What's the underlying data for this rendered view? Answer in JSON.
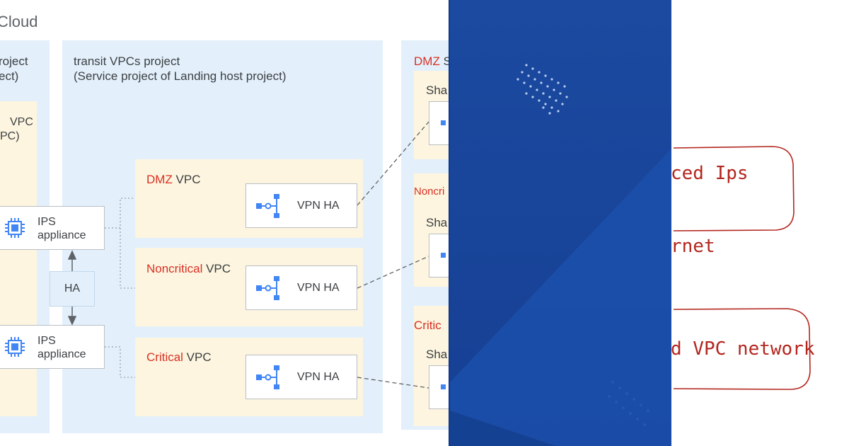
{
  "brand": {
    "text": "Cloud"
  },
  "left_project": {
    "title_line1": "roject",
    "title_line2": "ect)",
    "vpc_line1": "VPC",
    "vpc_line2": "PC)",
    "ips_top": {
      "line1": "IPS",
      "line2": "appliance"
    },
    "ips_bottom": {
      "line1": "IPS",
      "line2": "appliance"
    },
    "ha_label": "HA"
  },
  "transit_project": {
    "title_line1": "transit VPCs project",
    "title_line2": "(Service project of Landing host project)",
    "vpcs": [
      {
        "highlight": "DMZ",
        "suffix": " VPC",
        "vpn_label": "VPN HA"
      },
      {
        "highlight": "Noncritical",
        "suffix": " VPC",
        "vpn_label": "VPN HA"
      },
      {
        "highlight": "Critical",
        "suffix": " VPC",
        "vpn_label": "VPN HA"
      }
    ]
  },
  "right_project": {
    "dmz_label": "DMZ",
    "dmz_trail": "S",
    "noncritical_label": "Noncri",
    "critical_label": "Critic",
    "shared_label": "Sha"
  },
  "sketch": {
    "line1": "ced Ips",
    "line2": "rnet",
    "line3": "d VPC network"
  },
  "colors": {
    "accent_red": "#d93025",
    "light_blue": "#e3f0fb",
    "light_yellow": "#fdf5df",
    "panel_blue": "#1b4aa0",
    "gcp_blue": "#4285f4",
    "sketch_red": "#b3261e"
  }
}
